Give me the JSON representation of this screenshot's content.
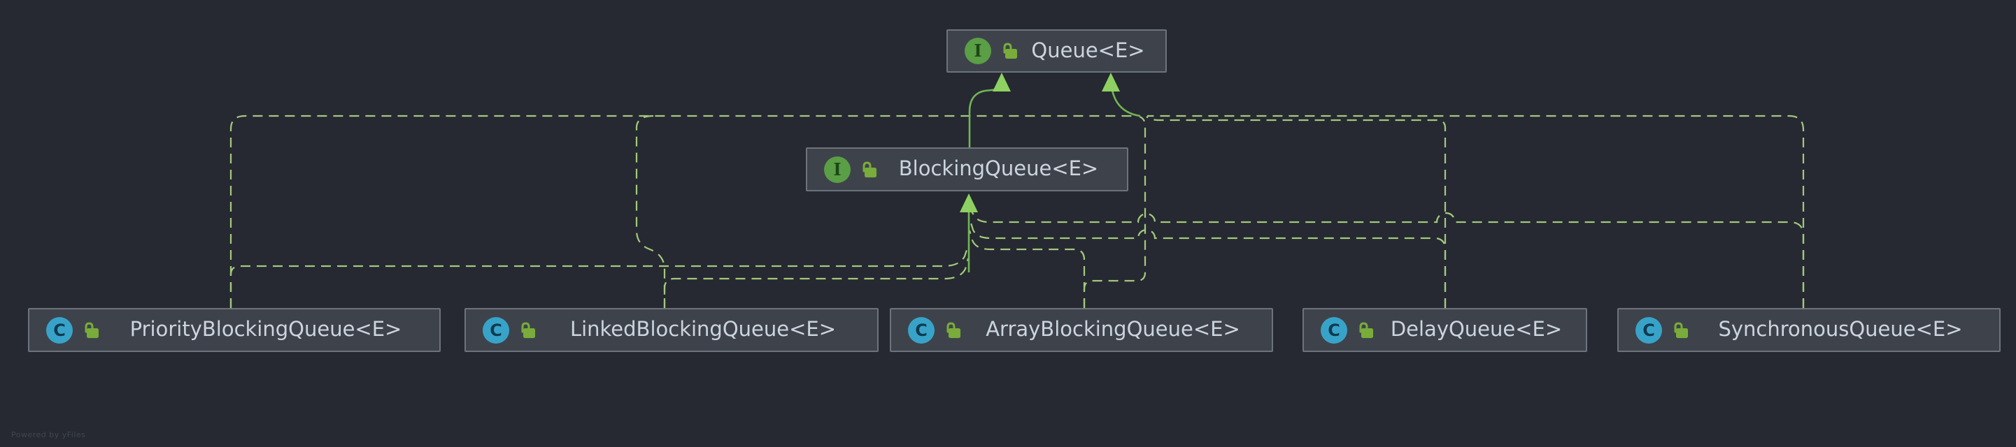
{
  "app": {
    "watermark": "Powered by yFiles"
  },
  "diagram": {
    "nodes": [
      {
        "id": "queue",
        "label": "Queue<E>",
        "stereotype": "interface",
        "badge": "I"
      },
      {
        "id": "blockingQueue",
        "label": "BlockingQueue<E>",
        "stereotype": "interface",
        "badge": "I"
      },
      {
        "id": "priorityBlockingQueue",
        "label": "PriorityBlockingQueue<E>",
        "stereotype": "class",
        "badge": "C"
      },
      {
        "id": "linkedBlockingQueue",
        "label": "LinkedBlockingQueue<E>",
        "stereotype": "class",
        "badge": "C"
      },
      {
        "id": "arrayBlockingQueue",
        "label": "ArrayBlockingQueue<E>",
        "stereotype": "class",
        "badge": "C"
      },
      {
        "id": "delayQueue",
        "label": "DelayQueue<E>",
        "stereotype": "class",
        "badge": "C"
      },
      {
        "id": "synchronousQueue",
        "label": "SynchronousQueue<E>",
        "stereotype": "class",
        "badge": "C"
      }
    ],
    "edges": [
      {
        "from": "blockingQueue",
        "to": "queue",
        "relation": "extends",
        "style": "solid"
      },
      {
        "from": "priorityBlockingQueue",
        "to": "queue",
        "relation": "implements",
        "style": "dashed"
      },
      {
        "from": "linkedBlockingQueue",
        "to": "queue",
        "relation": "implements",
        "style": "dashed"
      },
      {
        "from": "arrayBlockingQueue",
        "to": "queue",
        "relation": "implements",
        "style": "dashed"
      },
      {
        "from": "delayQueue",
        "to": "queue",
        "relation": "implements",
        "style": "dashed"
      },
      {
        "from": "synchronousQueue",
        "to": "queue",
        "relation": "implements",
        "style": "dashed"
      },
      {
        "from": "priorityBlockingQueue",
        "to": "blockingQueue",
        "relation": "implements",
        "style": "dashed"
      },
      {
        "from": "linkedBlockingQueue",
        "to": "blockingQueue",
        "relation": "implements",
        "style": "dashed"
      },
      {
        "from": "arrayBlockingQueue",
        "to": "blockingQueue",
        "relation": "implements",
        "style": "dashed"
      },
      {
        "from": "delayQueue",
        "to": "blockingQueue",
        "relation": "implements",
        "style": "dashed"
      },
      {
        "from": "synchronousQueue",
        "to": "blockingQueue",
        "relation": "implements",
        "style": "dashed"
      }
    ],
    "colors": {
      "background": "#262931",
      "node_fill": "#3e434b",
      "node_border": "#6d737c",
      "node_text": "#ccd4de",
      "edge_solid": "#72b556",
      "edge_dashed": "#a3c87d",
      "arrowhead": "#8ed162",
      "interface_icon": "#5a9e45",
      "class_icon": "#38a3c9",
      "key_icon": "#79ac3a"
    }
  }
}
